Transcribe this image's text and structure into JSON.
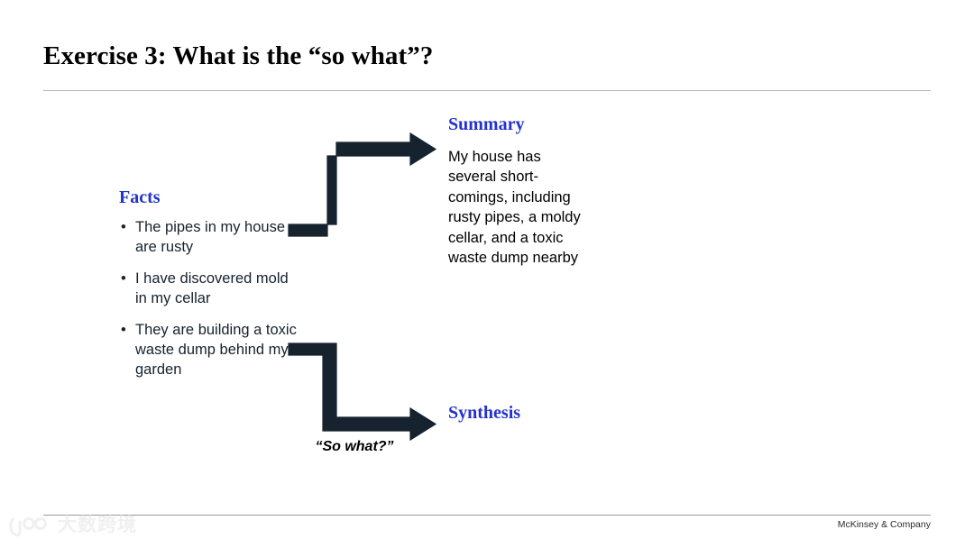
{
  "slide": {
    "title": "Exercise 3: What is the “so what”?",
    "divider_color": "#b4b4b4"
  },
  "columns": {
    "facts": {
      "heading": "Facts",
      "heading_color": "#2233cc",
      "bullet_glyph": "•",
      "items": [
        "The pipes in my house are rusty",
        "I have discovered mold in my cellar",
        "They are building a toxic waste dump behind my garden"
      ]
    },
    "summary": {
      "heading": "Summary",
      "heading_color": "#2233cc",
      "body": "My house has several short-comings, including rusty pipes, a moldy cellar, and a toxic waste dump nearby"
    },
    "synthesis": {
      "heading": "Synthesis",
      "heading_color": "#2233cc"
    }
  },
  "connectors": {
    "so_what_label": "“So what?”",
    "arrow_color": "#16222e",
    "upper_arrow_name": "facts-to-summary-arrow",
    "lower_arrow_name": "facts-to-synthesis-arrow"
  },
  "footer": {
    "brand": "McKinsey & Company",
    "rule_color": "#9a9a9a"
  },
  "watermark": {
    "text": "大数跨境",
    "color": "#e2e2e2"
  }
}
